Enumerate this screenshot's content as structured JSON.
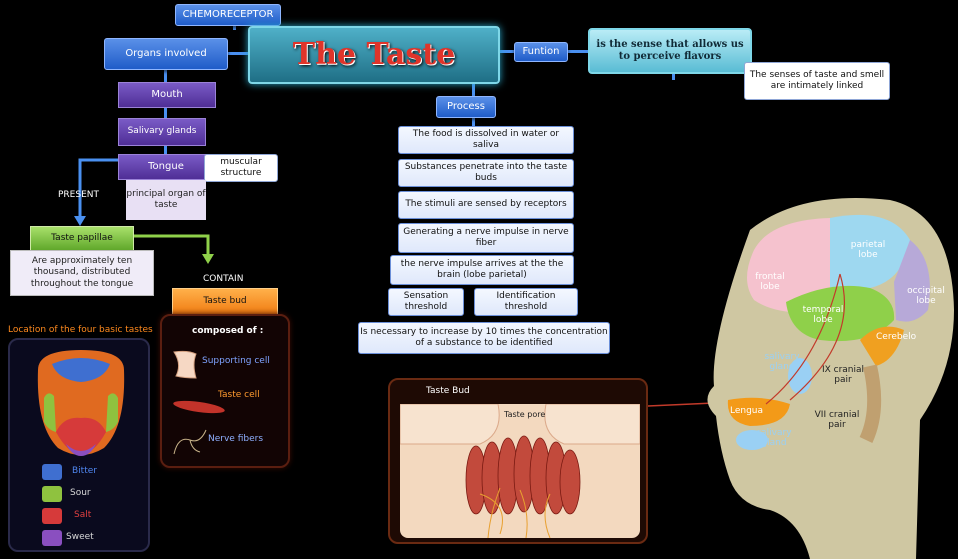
{
  "top_label": "CHEMORECEPTOR",
  "title": "The Taste",
  "organs": {
    "header": "Organs involved",
    "mouth": "Mouth",
    "salivary": "Salivary glands",
    "tongue": "Tongue",
    "tongue_note": "muscular structure",
    "tongue_role": "principal organ of taste",
    "present_label": "PRESENT",
    "papillae": "Taste papillae",
    "papillae_desc": "Are approximately ten thousand, distributed throughout the tongue",
    "contain_label": "CONTAIN",
    "taste_bud": "Taste bud",
    "composed_of": "composed of :",
    "components": [
      {
        "label": "Supporting cell",
        "color": "#7fa3ff"
      },
      {
        "label": "Taste cell",
        "color": "#ff9a2e"
      },
      {
        "label": "Nerve fibers",
        "color": "#8fb0ff"
      }
    ]
  },
  "function": {
    "header": "Funtion",
    "text": "is the sense that allows us to perceive flavors",
    "note": "The senses of taste and smell are intimately linked"
  },
  "process": {
    "header": "Process",
    "steps": [
      "The food is dissolved in water or saliva",
      "Substances penetrate into the taste buds",
      "The stimuli are sensed by receptors",
      "Generating a nerve impulse in nerve fiber",
      "the nerve impulse arrives at the the brain (lobe parietal)"
    ],
    "thresholds": [
      "Sensation threshold",
      "Identification threshold"
    ],
    "threshold_note": "Is necessary to increase by 10 times the concentration of a substance to be identified"
  },
  "tastes_map": {
    "title": "Location of the four basic tastes",
    "legend": [
      {
        "label": "Bitter",
        "color": "#3f6fd0",
        "text_color": "#4f86f0"
      },
      {
        "label": "Sour",
        "color": "#8fc23f",
        "text_color": "#d8d8d8"
      },
      {
        "label": "Salt",
        "color": "#d63a3a",
        "text_color": "#e04040"
      },
      {
        "label": "Sweet",
        "color": "#8a4fc0",
        "text_color": "#d8d8d8"
      }
    ]
  },
  "taste_bud_figure": {
    "title": "Taste Bud",
    "pore": "Taste pore"
  },
  "head_figure": {
    "labels": {
      "parietal": "parietal lobe",
      "frontal": "frontal lobe",
      "occipital": "occipital lobe",
      "temporal": "temporal lobe",
      "cerebelo": "Cerebelo",
      "salivary1": "salivary gland",
      "ix": "IX cranial pair",
      "lengua": "Lengua",
      "vii": "VII cranial pair",
      "salivary2": "salivary gland"
    }
  }
}
